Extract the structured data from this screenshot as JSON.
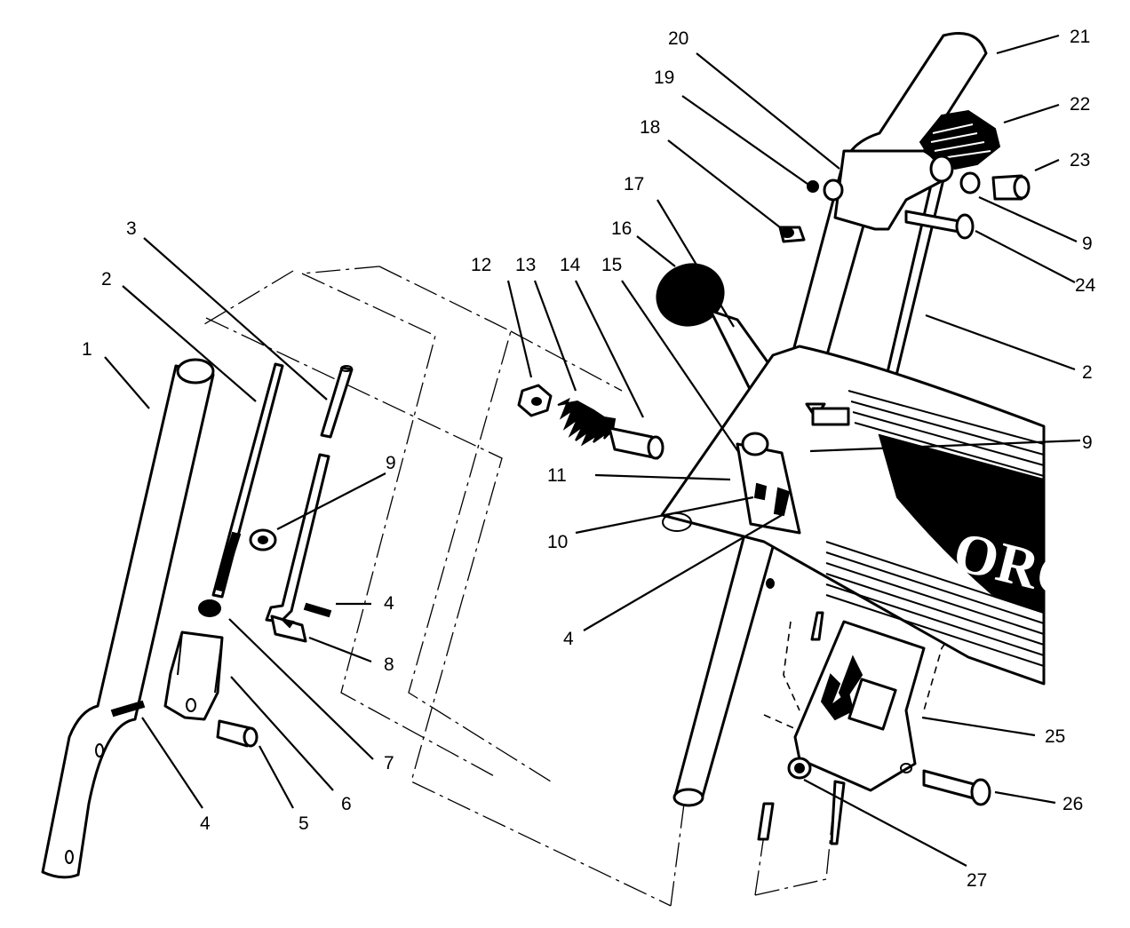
{
  "diagram": {
    "brand_text": "ORO",
    "callouts": [
      {
        "id": "1",
        "text": "1"
      },
      {
        "id": "2a",
        "text": "2"
      },
      {
        "id": "2b",
        "text": "2"
      },
      {
        "id": "3",
        "text": "3"
      },
      {
        "id": "4a",
        "text": "4"
      },
      {
        "id": "4b",
        "text": "4"
      },
      {
        "id": "4c",
        "text": "4"
      },
      {
        "id": "5",
        "text": "5"
      },
      {
        "id": "6",
        "text": "6"
      },
      {
        "id": "7",
        "text": "7"
      },
      {
        "id": "8",
        "text": "8"
      },
      {
        "id": "9a",
        "text": "9"
      },
      {
        "id": "9b",
        "text": "9"
      },
      {
        "id": "9c",
        "text": "9"
      },
      {
        "id": "10",
        "text": "10"
      },
      {
        "id": "11",
        "text": "11"
      },
      {
        "id": "12",
        "text": "12"
      },
      {
        "id": "13",
        "text": "13"
      },
      {
        "id": "14",
        "text": "14"
      },
      {
        "id": "15",
        "text": "15"
      },
      {
        "id": "16",
        "text": "16"
      },
      {
        "id": "17",
        "text": "17"
      },
      {
        "id": "18",
        "text": "18"
      },
      {
        "id": "19",
        "text": "19"
      },
      {
        "id": "20",
        "text": "20"
      },
      {
        "id": "21",
        "text": "21"
      },
      {
        "id": "22",
        "text": "22"
      },
      {
        "id": "23",
        "text": "23"
      },
      {
        "id": "24",
        "text": "24"
      },
      {
        "id": "25",
        "text": "25"
      },
      {
        "id": "26",
        "text": "26"
      },
      {
        "id": "27",
        "text": "27"
      }
    ]
  }
}
